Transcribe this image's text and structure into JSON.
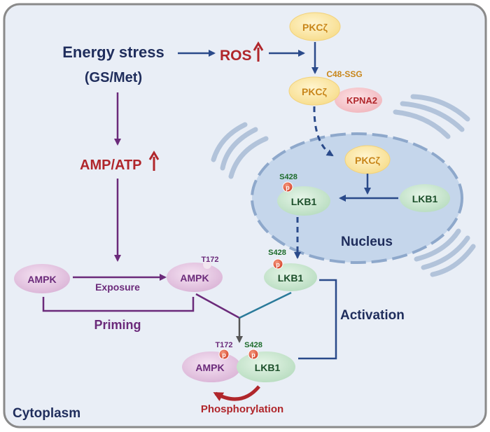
{
  "labels": {
    "energy_stress": "Energy stress",
    "gs_met": "(GS/Met)",
    "ros": "ROS",
    "amp_atp": "AMP/ATP",
    "pkc": "PKCζ",
    "c48_ssg": "C48-SSG",
    "kpna2": "KPNA2",
    "lkb1": "LKB1",
    "ampk": "AMPK",
    "s428": "S428",
    "t172": "T172",
    "p": "p",
    "nucleus": "Nucleus",
    "exposure": "Exposure",
    "priming": "Priming",
    "activation": "Activation",
    "phosphorylation": "Phosphorylation",
    "cytoplasm": "Cytoplasm"
  },
  "colors": {
    "navy": "#1f2d5c",
    "blue_arrow": "#2a4a8a",
    "purple": "#6b2a7a",
    "dark_red": "#b0262b",
    "pkc_fill": "#fbe6a6",
    "pkc_text": "#c8861a",
    "kpna2_fill": "#f6c9ce",
    "kpna2_text": "#b0262b",
    "lkb1_fill": "#cfe8d3",
    "lkb1_text": "#1c4f2a",
    "ampk_fill": "#e7c8e4",
    "ampk_text": "#6b2a7a",
    "nucleus_fill": "#c9d9ec",
    "cell_fill": "#e8eef7",
    "p_fill": "#e2553c"
  }
}
